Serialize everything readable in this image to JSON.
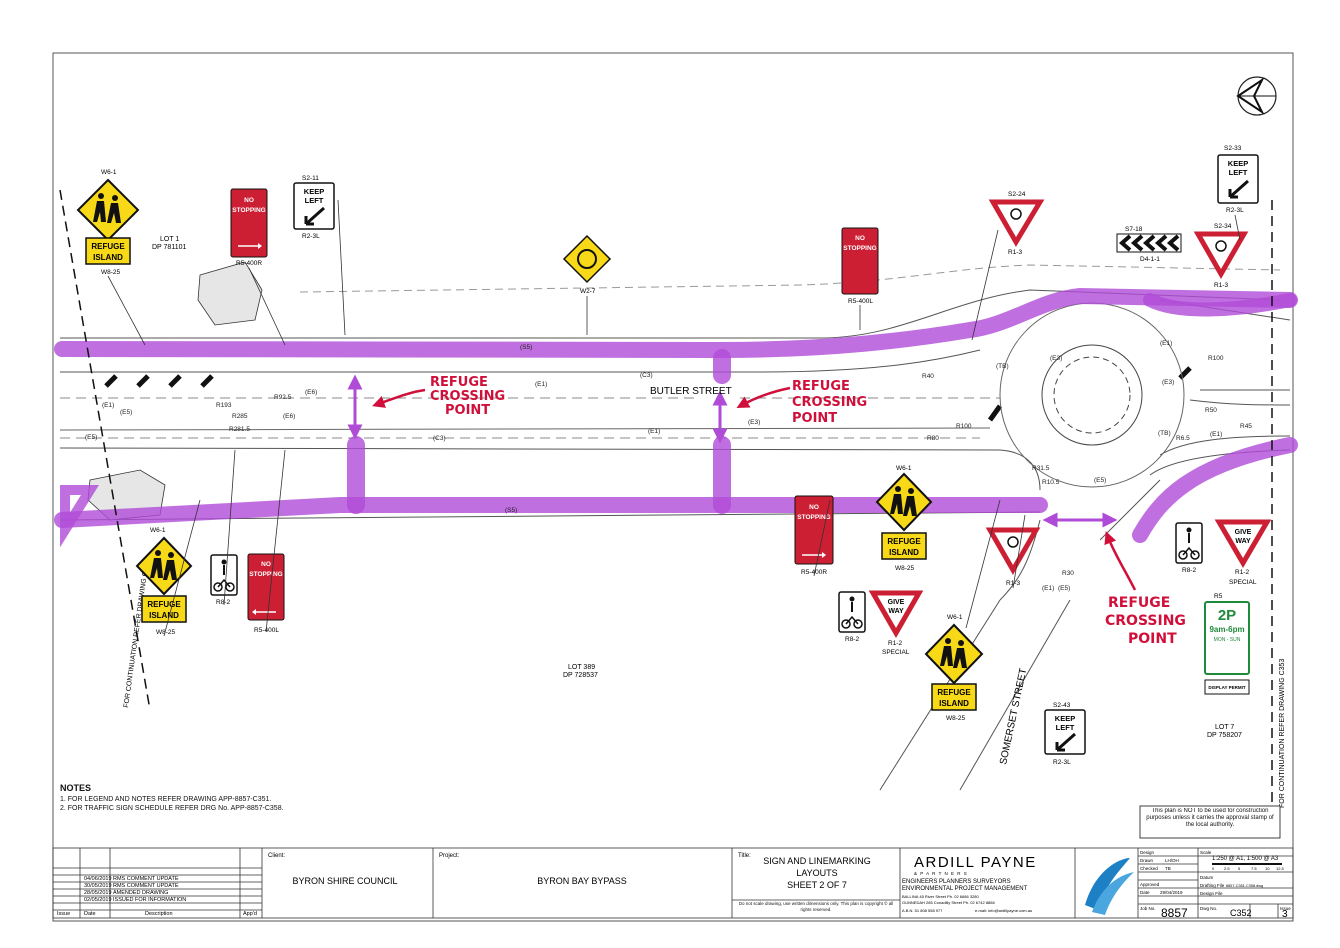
{
  "notes": {
    "heading": "NOTES",
    "items": [
      "1.   FOR LEGEND AND NOTES REFER DRAWING APP-8857-C351.",
      "2.   FOR TRAFFIC SIGN SCHEDULE REFER DRG No. APP-8857-C358."
    ]
  },
  "annotations": {
    "refuge_crossing_point": [
      "REFUGE",
      "CROSSING",
      "POINT"
    ]
  },
  "streets": {
    "butler": "BUTLER STREET",
    "somerset": "SOMERSET STREET"
  },
  "lots": {
    "lot1": [
      "LOT 1",
      "DP 781101"
    ],
    "lot389": [
      "LOT 389",
      "DP 728537"
    ],
    "lot7": [
      "LOT 7",
      "DP 758207"
    ]
  },
  "continuation": {
    "left": "FOR CONTINUATION REFER DRAWING C351",
    "right": "FOR CONTINUATION REFER DRAWING C353"
  },
  "signs": {
    "no_stopping": [
      "NO",
      "STOPPING"
    ],
    "keep_left": [
      "KEEP",
      "LEFT"
    ],
    "give_way": [
      "GIVE",
      "WAY"
    ],
    "refuge_island": [
      "REFUGE",
      "ISLAND"
    ],
    "parking_2p": "2P",
    "parking_hours": "9am-6pm",
    "parking_days": "MON - SUN",
    "display_permit": "DISPLAY PERMIT"
  },
  "sign_codes": {
    "w61_a": "W6-1",
    "w825_a": "W8-25",
    "r5400r_a": "R5-400R",
    "s211": "S2-11",
    "r23l_a": "R2-3L",
    "w27": "W2-7",
    "r5400l_a": "R5-400L",
    "s224": "S2-24",
    "r13_a": "R1-3",
    "s718": "S7-18",
    "d41": "D4-1-1",
    "s233": "S2-33",
    "r23l_b": "R2-3L",
    "s234": "S2-34",
    "r13_b": "R1-3",
    "w61_b": "W6-1",
    "w825_b": "W8-25",
    "r82_a": "R8-2",
    "r5400l_b": "R5-400L",
    "r5400r_b": "R5-400R",
    "w61_c": "W6-1",
    "w825_c": "W8-25",
    "r13_c": "R1-3",
    "r82_b": "R8-2",
    "r12_a": "R1-2",
    "special_a": "SPECIAL",
    "w61_d": "W6-1",
    "w825_d": "W8-25",
    "s243": "S2-43",
    "r23l_c": "R2-3L",
    "r82_c": "R8-2",
    "r12_b": "R1-2",
    "special_b": "SPECIAL",
    "r5": "R5"
  },
  "geometry_labels": {
    "e1_a": "(E1)",
    "e5_a": "(E5)",
    "e6_a": "(E6)",
    "e1_b": "(E1)",
    "s5_a": "(S5)",
    "c3_a": "(C3)",
    "r193": "R193",
    "r285": "R285",
    "r925": "R92.5",
    "r2815": "R281.5",
    "e5_b": "(E5)",
    "e6_b": "(E6)",
    "c3_b": "(C3)",
    "e1_c": "(E1)",
    "e3_a": "(E3)",
    "r80": "R80",
    "s5_b": "(S5)",
    "r40": "R40",
    "r100_a": "R100",
    "tb_a": "(TB)",
    "e3_b": "(E3)",
    "e1_d": "(E1)",
    "r100_b": "R100",
    "r50": "R50",
    "r45": "R45",
    "e1_e": "(E1)",
    "r315": "R31.5",
    "r10_a": "R10.5",
    "e5_c": "(E5)",
    "r30": "R30",
    "tb_b": "(TB)",
    "r65": "R6.5",
    "e5_d": "(E5)",
    "e1_f": "(E1)",
    "e3_c": "(E3)"
  },
  "disclaimer": "This plan is NOT to be used for construction purposes unless it carries the approval stamp of the local authority.",
  "title_block": {
    "revisions": [
      {
        "issue": "",
        "date": "04/06/2019",
        "desc": "RMS COMMENT UPDATE"
      },
      {
        "issue": "",
        "date": "30/05/2019",
        "desc": "RMS COMMENT UPDATE"
      },
      {
        "issue": "",
        "date": "28/05/2019",
        "desc": "AMENDED DRAWING"
      },
      {
        "issue": "",
        "date": "02/05/2019",
        "desc": "ISSUED FOR INFORMATION"
      }
    ],
    "rev_headers": [
      "Issue",
      "Date",
      "Description",
      "App'd"
    ],
    "client_label": "Client:",
    "client": "BYRON SHIRE COUNCIL",
    "project_label": "Project:",
    "project": "BYRON BAY BYPASS",
    "title_label": "Title:",
    "title_lines": [
      "SIGN AND LINEMARKING",
      "LAYOUTS",
      "SHEET 2 OF 7"
    ],
    "copyright": "Do not scale drawing, use written dimensions only. This plan is copyright © all rights reserved.",
    "company": "ARDILL PAYNE",
    "company_sub": "& P A R T N E R S",
    "services": [
      "ENGINEERS PLANNERS SURVEYORS",
      "ENVIRONMENTAL PROJECT MANAGEMENT"
    ],
    "offices": [
      "BALLINA     45 River Street   Ph. 02 6686 3280",
      "GUNNEDAH   285 Conadilly Street   Ph. 02 6742 8866"
    ],
    "abn": "A.B.N. 51 808 558 977",
    "email": "e-mail: info@ardillpayne.com.au",
    "fields": [
      {
        "label": "Design",
        "value": ""
      },
      {
        "label": "Drawn",
        "value": "LH/OH"
      },
      {
        "label": "Checked",
        "value": "TB"
      },
      {
        "label": "Approved",
        "value": ""
      },
      {
        "label": "Date",
        "value": "29/04/2019"
      }
    ],
    "scale_label": "Scale",
    "scale": "1:250 @ A1, 1:500 @ A3",
    "scale_ticks": [
      "0",
      "2.5",
      "5",
      "7.5",
      "10",
      "12.5"
    ],
    "datum_label": "Datum",
    "datum": "",
    "drafting_label": "Drafting File",
    "drafting": "8857-C351-C358.dwg",
    "design_label": "Design File",
    "job_label": "Job No.",
    "job": "8857",
    "dwg_label": "Dwg No.",
    "dwg": "C352",
    "issue_label": "Issue",
    "issue": "3"
  }
}
